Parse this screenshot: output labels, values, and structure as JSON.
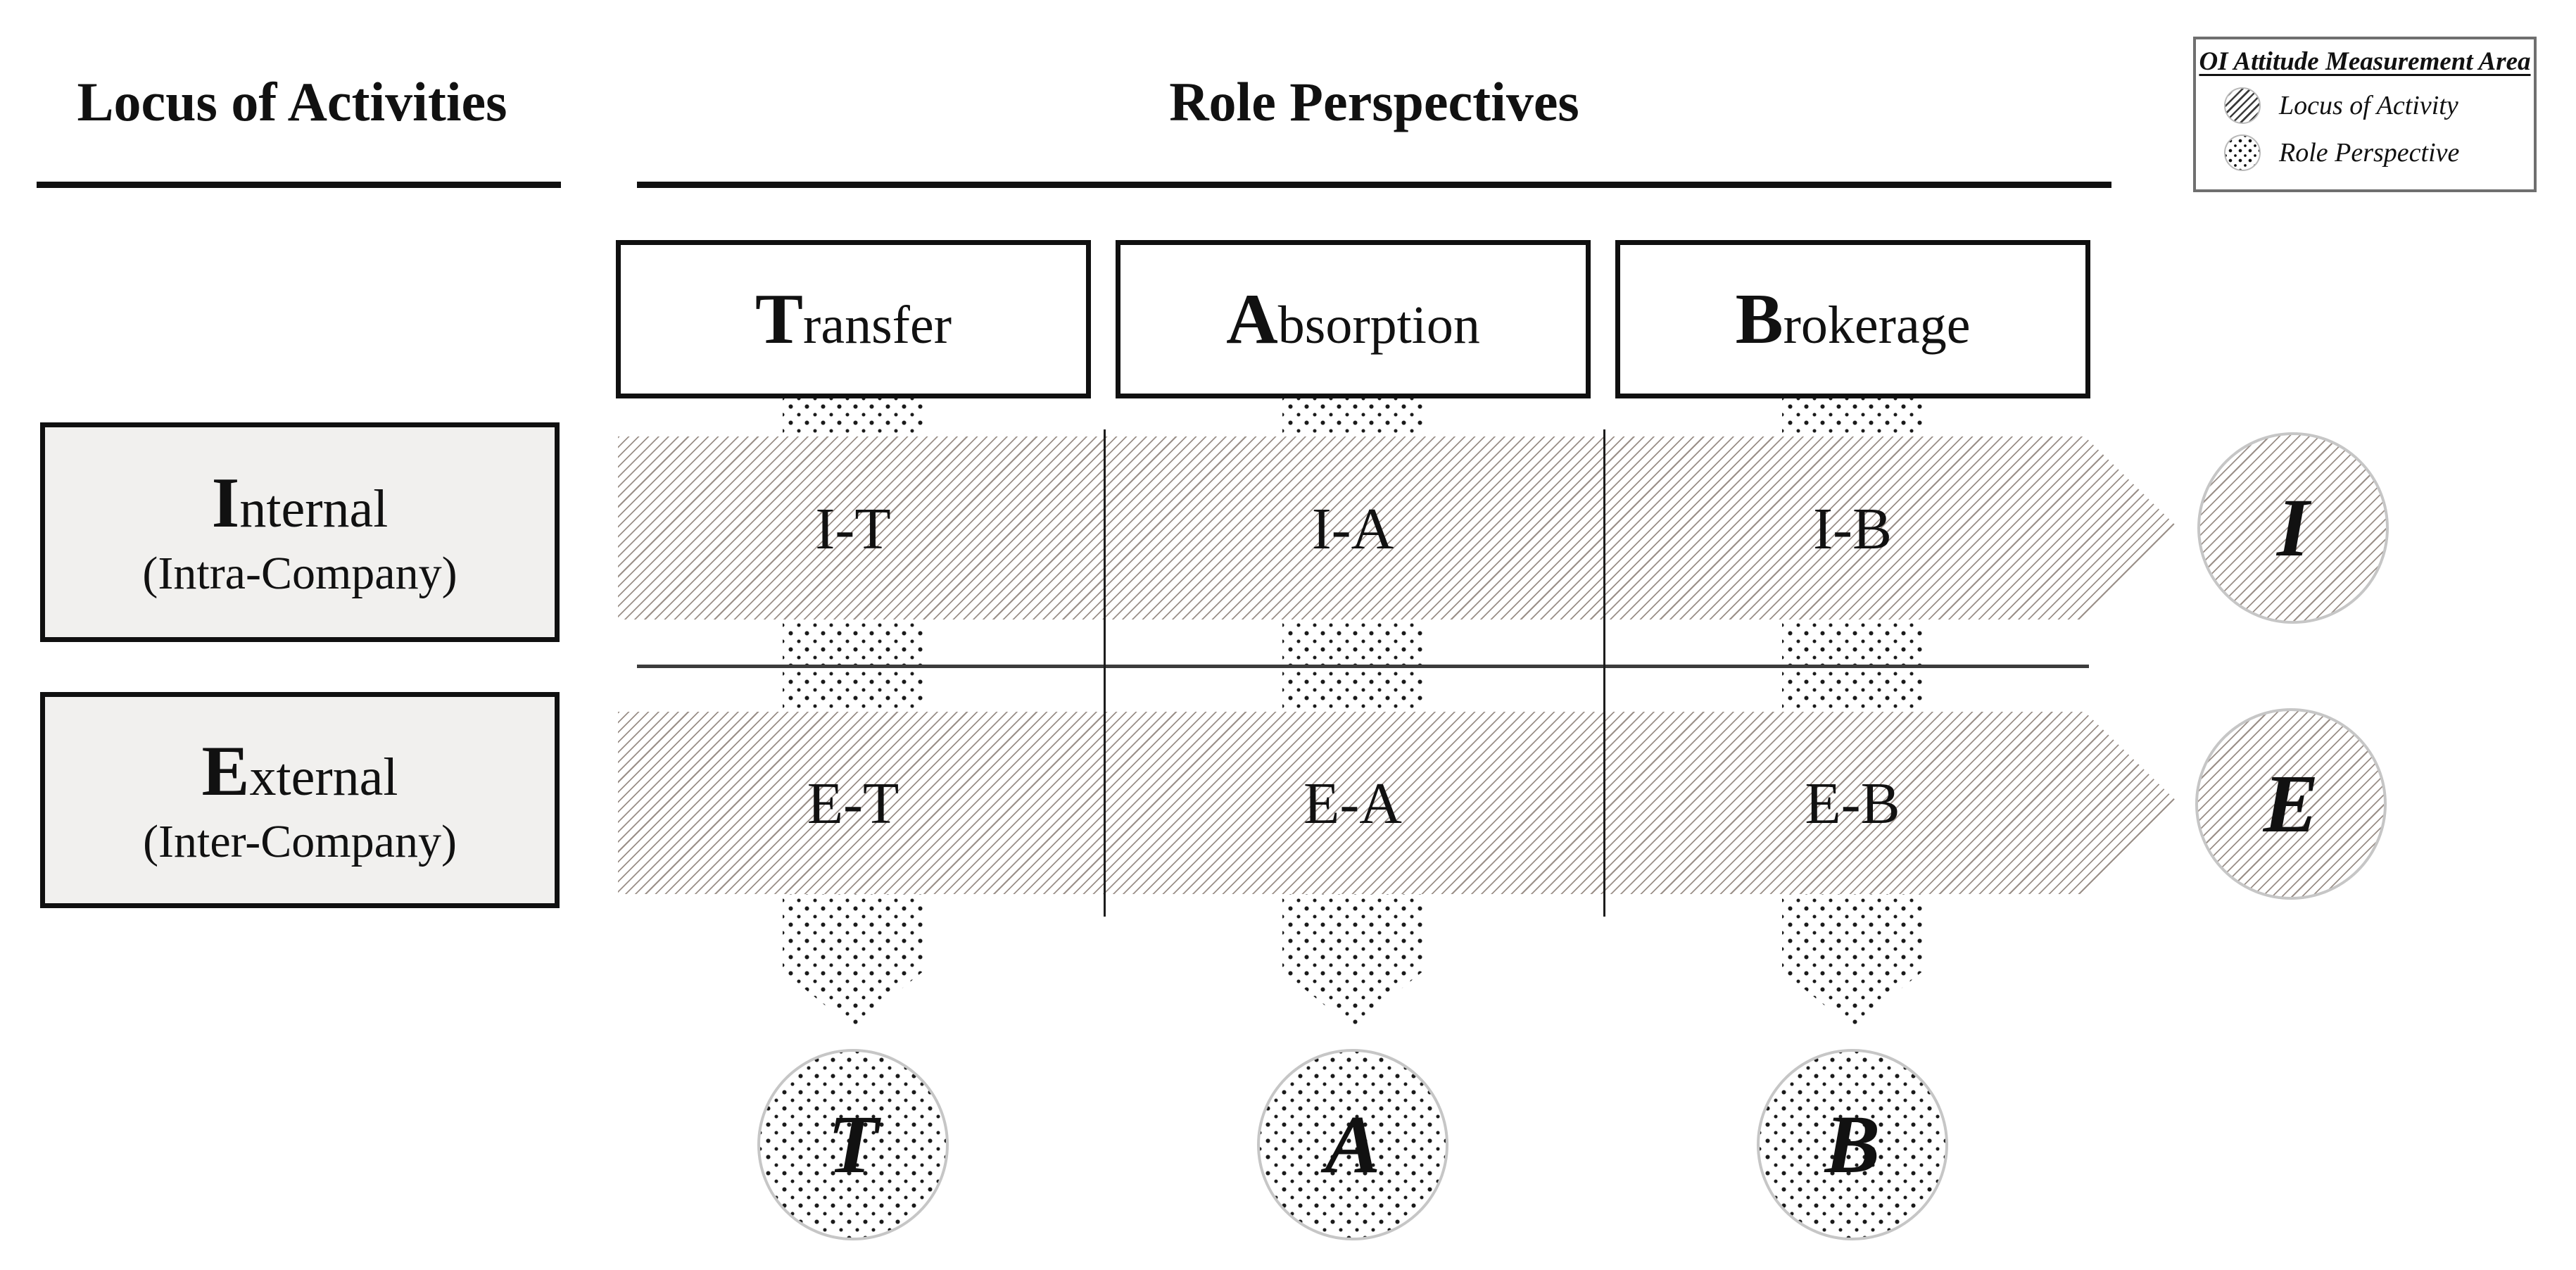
{
  "headers": {
    "left": "Locus of Activities",
    "right": "Role Perspectives"
  },
  "legend": {
    "title": "OI Attitude Measurement Area",
    "items": [
      {
        "icon": "hatch-circle",
        "label": "Locus of Activity"
      },
      {
        "icon": "dots-circle",
        "label": "Role Perspective"
      }
    ]
  },
  "columns": [
    {
      "initial": "T",
      "rest": "ransfer"
    },
    {
      "initial": "A",
      "rest": "bsorption"
    },
    {
      "initial": "B",
      "rest": "rokerage"
    }
  ],
  "rows": [
    {
      "initial": "I",
      "rest": "nternal",
      "sub": "(Intra-Company)"
    },
    {
      "initial": "E",
      "rest": "xternal",
      "sub": "(Inter-Company)"
    }
  ],
  "matrix": [
    [
      "I-T",
      "I-A",
      "I-B"
    ],
    [
      "E-T",
      "E-A",
      "E-B"
    ]
  ],
  "badges": {
    "internal": "I",
    "external": "E",
    "transfer": "T",
    "absorption": "A",
    "brokerage": "B"
  },
  "colors": {
    "ink": "#111111",
    "row_fill": "#f1f0ee",
    "hatch_line": "#9a8f88",
    "dot_ink": "#1a1a1a",
    "circle_border": "#c6c6c6",
    "legend_border": "#6f6f6f",
    "line_dark": "#3c3c3c"
  }
}
